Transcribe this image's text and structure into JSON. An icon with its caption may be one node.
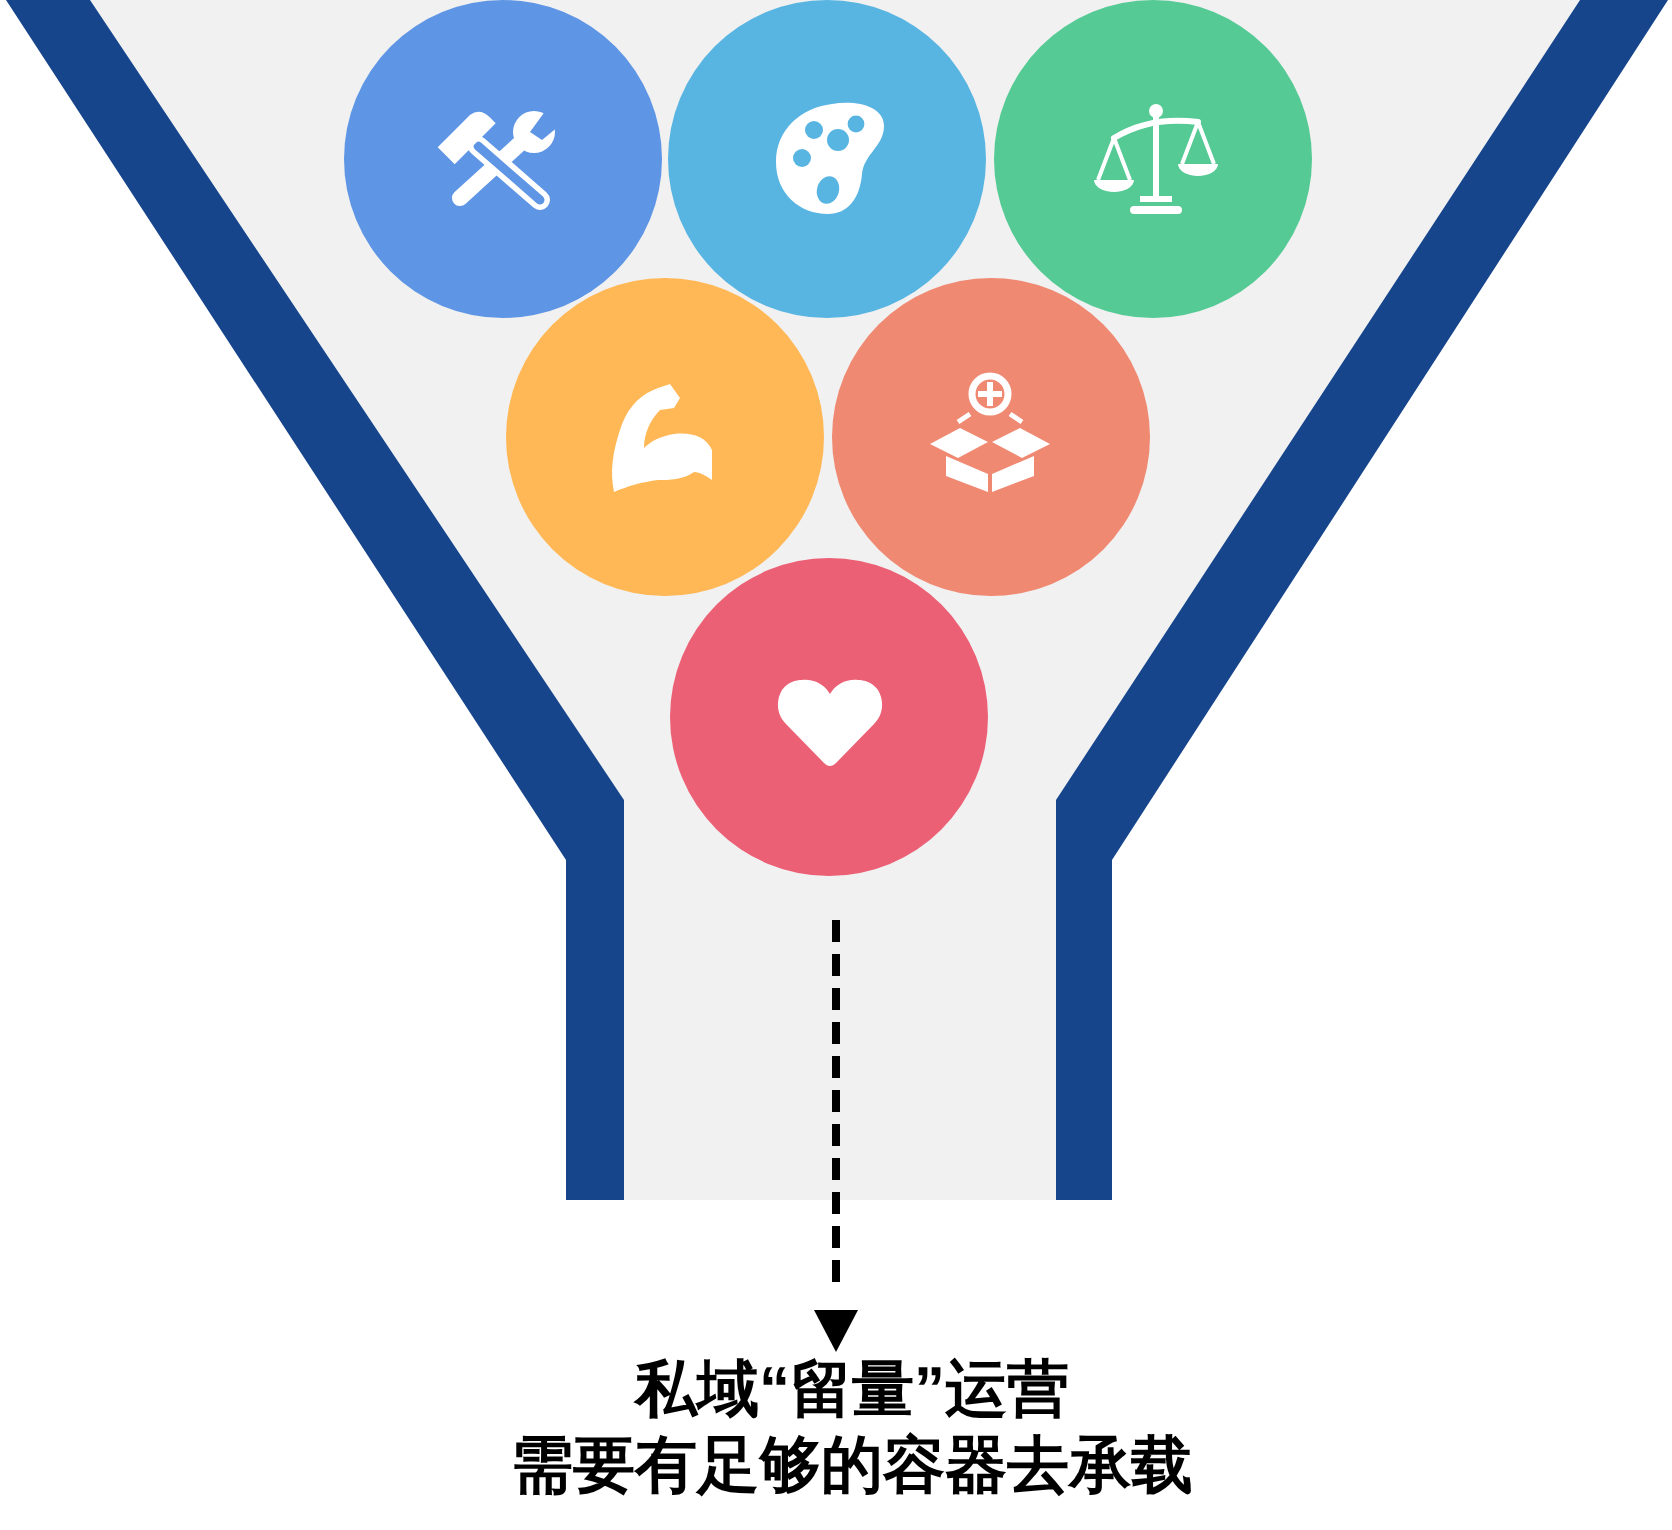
{
  "diagram": {
    "nodes": [
      {
        "text": [],
        "shape": "circle"
      },
      {
        "text": [],
        "shape": "circle"
      },
      {
        "text": [],
        "shape": "circle"
      },
      {
        "text": [],
        "shape": "circle"
      },
      {
        "text": [],
        "shape": "circle"
      },
      {
        "text": [],
        "shape": "circle"
      },
      {
        "text": [
          "私域“留量”运营",
          "需要有足够的容器去承载"
        ]
      }
    ],
    "edges": [
      {
        "from": null,
        "to": 6,
        "arrow": "to",
        "style": "dashed"
      }
    ]
  }
}
